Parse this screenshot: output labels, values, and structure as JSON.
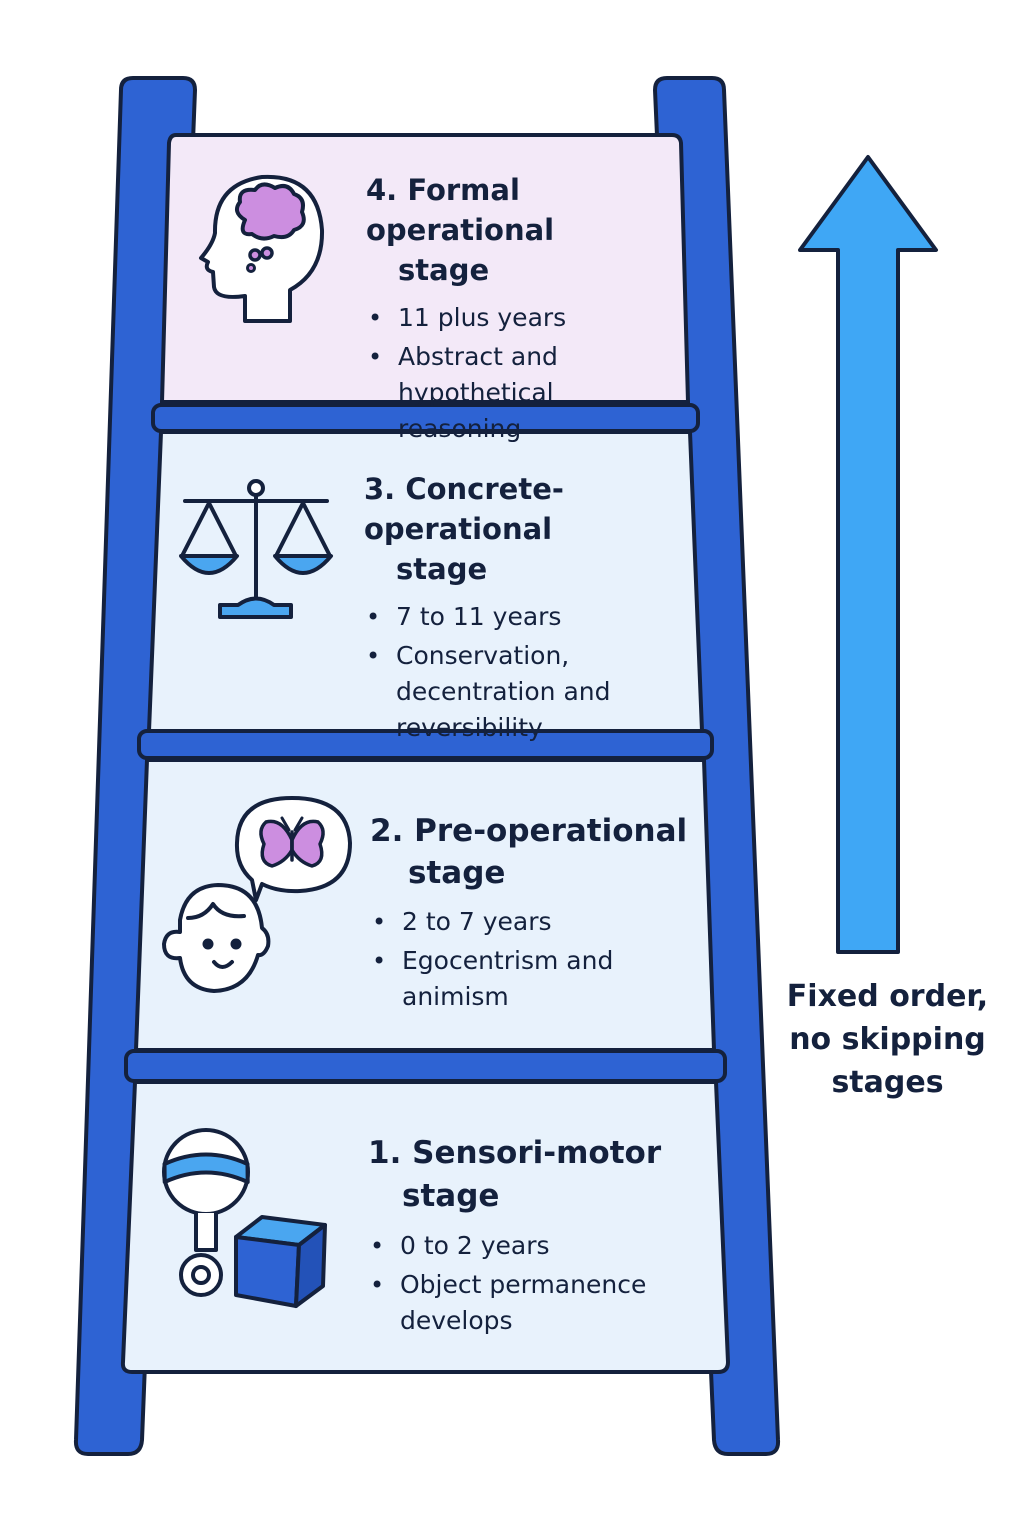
{
  "stages": [
    {
      "number": "4.",
      "title_line1": "Formal operational",
      "title_line2": "stage",
      "bullets": [
        "11 plus years",
        "Abstract and hypothetical reasoning"
      ],
      "icon": "head-thought-icon",
      "fill": "#f3e9f8"
    },
    {
      "number": "3.",
      "title_line1": "Concrete-operational",
      "title_line2": "stage",
      "bullets": [
        "7 to 11 years",
        "Conservation, decentration and reversibility"
      ],
      "icon": "balance-scale-icon",
      "fill": "#e8f2fc"
    },
    {
      "number": "2.",
      "title_line1": "Pre-operational",
      "title_line2": "stage",
      "bullets": [
        "2 to 7 years",
        "Egocentrism and animism"
      ],
      "icon": "child-butterfly-icon",
      "fill": "#e8f2fc"
    },
    {
      "number": "1.",
      "title_line1": "Sensori-motor",
      "title_line2": "stage",
      "bullets": [
        "0 to 2 years",
        "Object permanence develops"
      ],
      "icon": "rattle-block-icon",
      "fill": "#e8f2fc"
    }
  ],
  "side_note": "Fixed order, no skipping stages",
  "colors": {
    "ladder_blue": "#2e63d3",
    "outline": "#14213d",
    "arrow_blue": "#3fa7f5",
    "purple": "#cc8ee0",
    "light_blue": "#4aa6f0"
  }
}
